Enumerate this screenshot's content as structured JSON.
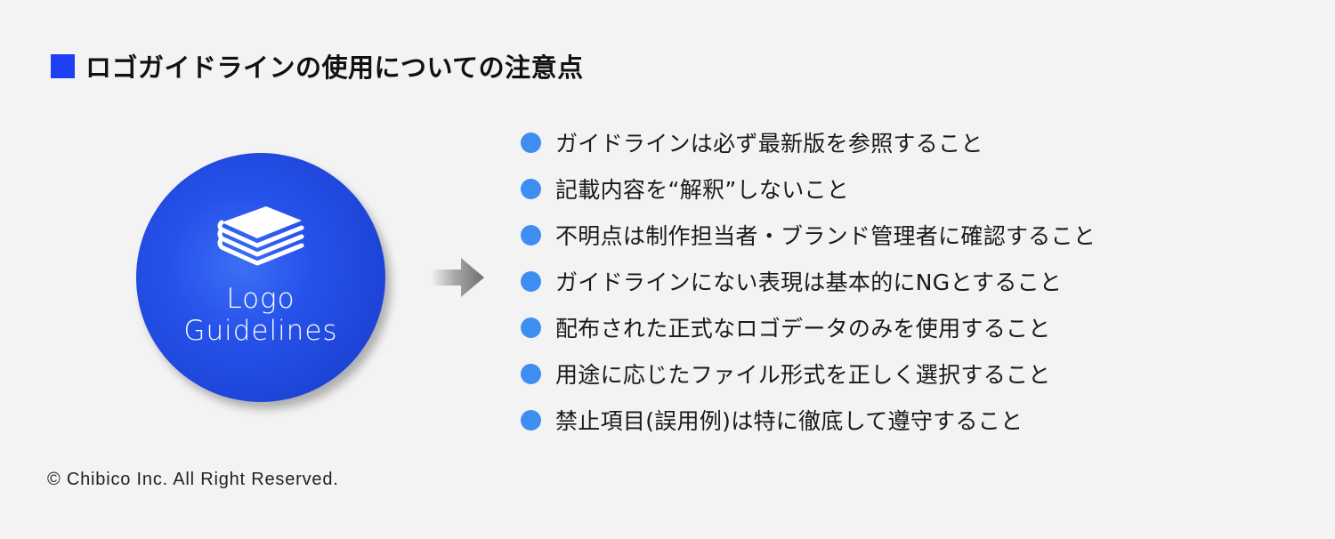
{
  "header": {
    "title": "ロゴガイドラインの使用についての注意点",
    "marker_color": "#1f3ff5"
  },
  "badge": {
    "icon": "books-stack-icon",
    "line1": "Logo",
    "line2": "Guidelines",
    "color": "#2652ea"
  },
  "arrow": {
    "icon": "arrow-right-icon"
  },
  "rules": {
    "bullet_color": "#3d8ef0",
    "items": [
      {
        "text": "ガイドラインは必ず最新版を参照すること"
      },
      {
        "text": "記載内容を“解釈”しないこと"
      },
      {
        "text": "不明点は制作担当者・ブランド管理者に確認すること"
      },
      {
        "text": "ガイドラインにない表現は基本的にNGとすること"
      },
      {
        "text": "配布された正式なロゴデータのみを使用すること"
      },
      {
        "text": "用途に応じたファイル形式を正しく選択すること"
      },
      {
        "text": "禁止項目(誤用例)は特に徹底して遵守すること"
      }
    ]
  },
  "footer": {
    "copyright": "© Chibico Inc. All Right Reserved."
  }
}
